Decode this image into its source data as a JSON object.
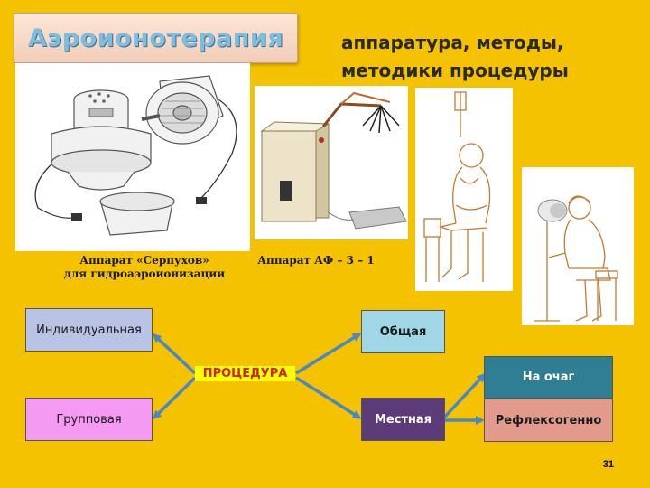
{
  "slide": {
    "title": "Аэроионотерапия",
    "subtitle_line1": "аппаратура, методы,",
    "subtitle_line2": "методики процедуры",
    "caption_serpukhov_line1": "Аппарат «Серпухов»",
    "caption_serpukhov_line2": "для гидроаэроионизации",
    "caption_af": "Аппарат АФ – 3 – 1",
    "page_number": "31"
  },
  "diagram": {
    "individual": "Индивидуальная",
    "group": "Групповая",
    "procedure": "ПРОЦЕДУРА",
    "general": "Общая",
    "local": "Местная",
    "on_focus": "На очаг",
    "reflexogenic": "Рефлексогенно"
  },
  "colors": {
    "background": "#f5c200",
    "individual_box": "#b9c3e6",
    "group_box": "#f59af2",
    "procedure_box": "#ffff00",
    "general_box": "#9fd7e6",
    "local_box": "#5b3c78",
    "on_focus_box": "#2f7e93",
    "reflexogenic_box": "#e29a8c",
    "arrow": "#4a86c8"
  }
}
